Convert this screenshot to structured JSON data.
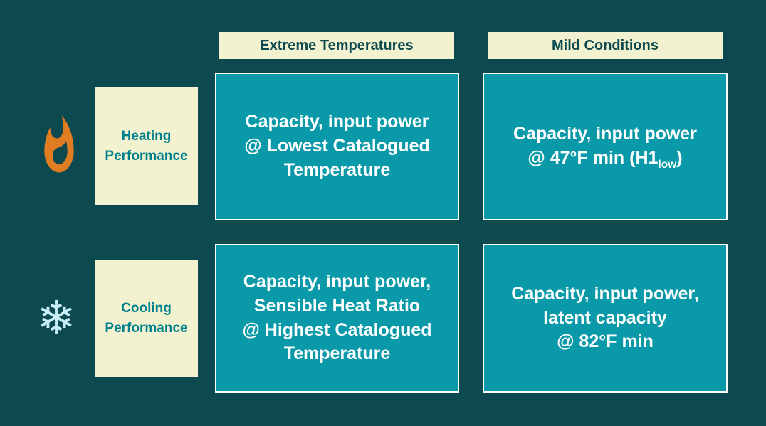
{
  "colors": {
    "background": "#0c4a50",
    "card_fill": "#0a99a8",
    "card_border": "#ffffff",
    "card_text": "#ffffff",
    "header_fill": "#f2f2d0",
    "header_text": "#0c4a50",
    "row_label_text": "#00808c",
    "flame": "#e07d22",
    "snowflake": "#c7eef5"
  },
  "columns": {
    "extreme": "Extreme Temperatures",
    "mild": "Mild Conditions"
  },
  "rows": {
    "heating": {
      "label": "Heating Performance",
      "icon": "flame-icon",
      "extreme": {
        "line1": "Capacity, input power",
        "line2": "@ Lowest Catalogued",
        "line3": "Temperature"
      },
      "mild": {
        "line1": "Capacity, input power",
        "line2_pre": "@ 47°F min (H1",
        "line2_sub": "low",
        "line2_post": ")"
      }
    },
    "cooling": {
      "label": "Cooling Performance",
      "icon": "snowflake-icon",
      "extreme": {
        "line1": "Capacity, input power,",
        "line2": "Sensible Heat Ratio",
        "line3": "@ Highest Catalogued",
        "line4": "Temperature"
      },
      "mild": {
        "line1": "Capacity, input power,",
        "line2": "latent capacity",
        "line3": "@ 82°F min"
      }
    }
  },
  "icons": {
    "snowflake_glyph": "❄"
  }
}
